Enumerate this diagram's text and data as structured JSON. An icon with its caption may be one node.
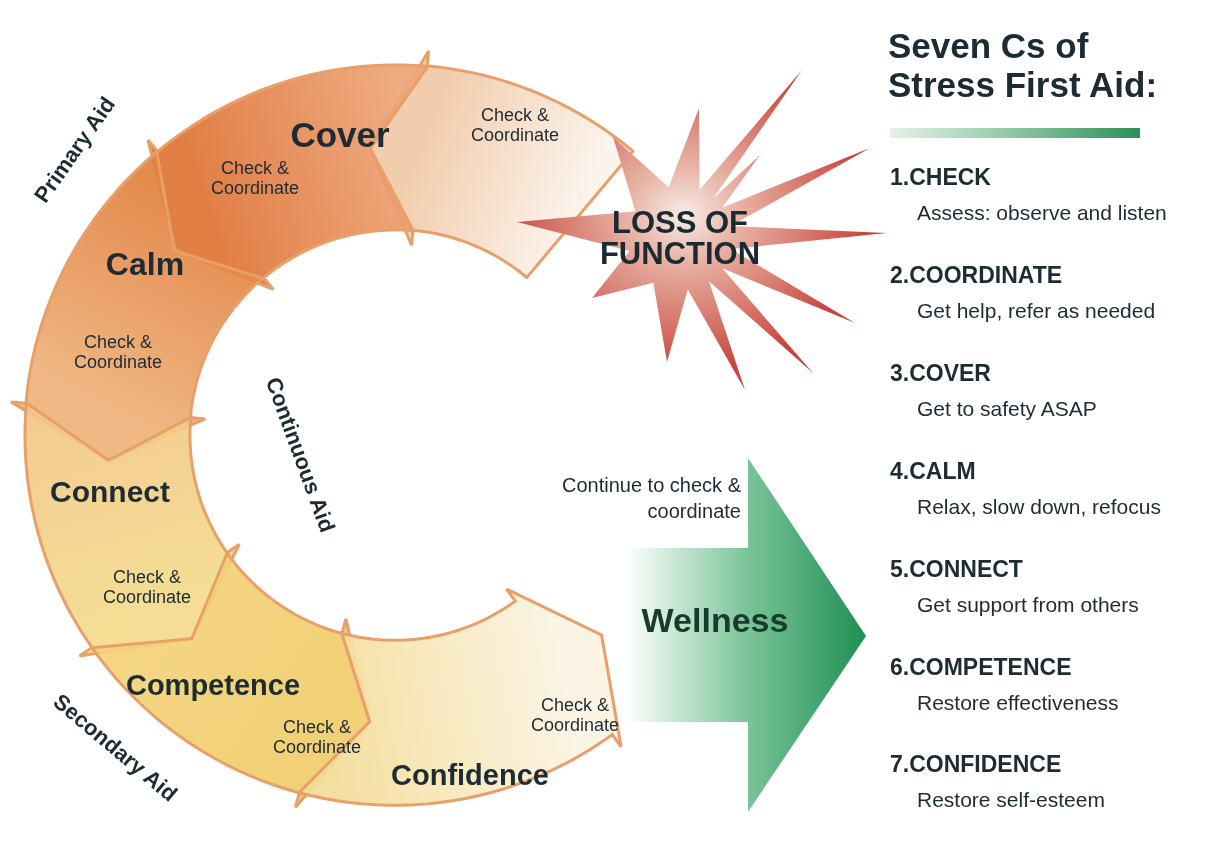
{
  "diagram": {
    "title": "Seven Cs of Stress First Aid:",
    "nodes": [
      {
        "text": [
          "Check & Coordinate"
        ]
      },
      {
        "text": [
          "Cover",
          "Check & Coordinate"
        ]
      },
      {
        "text": [
          "Calm",
          "Check & Coordinate"
        ]
      },
      {
        "text": [
          "Connect",
          "Check & Coordinate"
        ]
      },
      {
        "text": [
          "Competence",
          "Check & Coordinate"
        ]
      },
      {
        "text": [
          "Check & Coordinate",
          "Confidence"
        ]
      },
      {
        "text": [
          "LOSS OF FUNCTION"
        ]
      },
      {
        "text": [
          "Wellness"
        ],
        "beside": [
          "Continue to check & coordinate"
        ]
      }
    ],
    "labels": [
      "Primary Aid",
      "Continuous Aid",
      "Secondary Aid",
      "1.CHECK",
      "Assess: observe and listen",
      "2.COORDINATE",
      "Get help, refer as needed",
      "3.COVER",
      "Get to safety ASAP",
      "4.CALM",
      "Relax, slow down, refocus",
      "5.CONNECT",
      "Get support from others",
      "6.COMPETENCE",
      "Restore effectiveness",
      "7.CONFIDENCE",
      "Restore self-esteem"
    ]
  }
}
